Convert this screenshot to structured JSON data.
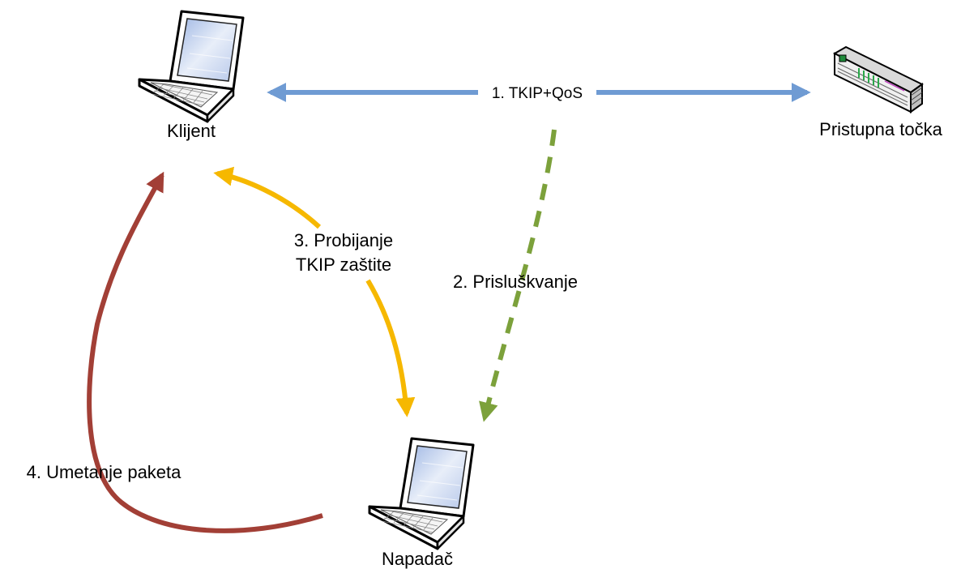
{
  "nodes": {
    "client": {
      "label": "Klijent"
    },
    "access_point": {
      "label": "Pristupna točka"
    },
    "attacker": {
      "label": "Napadač"
    }
  },
  "edges": {
    "tkip_qos": {
      "label": "1. TKIP+QoS",
      "color": "#6f9bd3",
      "style": "solid",
      "direction": "both"
    },
    "eavesdrop": {
      "label": "2. Prisluškvanje",
      "color": "#7ca13b",
      "style": "dashed",
      "direction": "forward"
    },
    "crack": {
      "line1": "3. Probijanje",
      "line2": "TKIP zaštite",
      "color": "#f6b800",
      "style": "solid",
      "direction": "both"
    },
    "inject": {
      "label": "4. Umetanje paketa",
      "color": "#a23f36",
      "style": "solid",
      "direction": "forward"
    }
  }
}
